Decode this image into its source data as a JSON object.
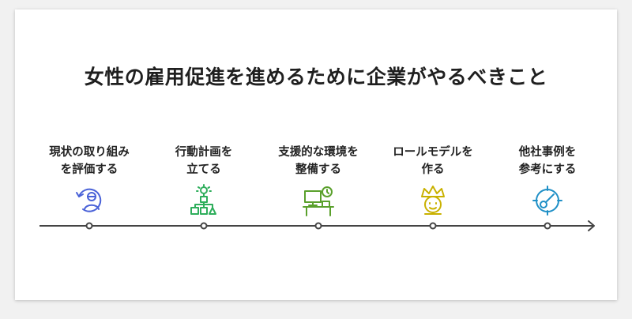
{
  "title": "女性の雇用促進を進めるために企業がやるべきこと",
  "steps": [
    {
      "line1": "現状の取り組み",
      "line2": "を評価する",
      "icon": "review-refresh-icon",
      "color": "#4a62d8"
    },
    {
      "line1": "行動計画を",
      "line2": "立てる",
      "icon": "plan-flowchart-icon",
      "color": "#2fae5c"
    },
    {
      "line1": "支援的な環境を",
      "line2": "整備する",
      "icon": "desk-workspace-icon",
      "color": "#5aa02c"
    },
    {
      "line1": "ロールモデルを",
      "line2": "作る",
      "icon": "crown-person-icon",
      "color": "#c9b100"
    },
    {
      "line1": "他社事例を",
      "line2": "参考にする",
      "icon": "target-compass-icon",
      "color": "#1e8fc6"
    }
  ],
  "colors": {
    "timeline": "#444444",
    "background": "#f1f1f1",
    "card": "#ffffff"
  }
}
